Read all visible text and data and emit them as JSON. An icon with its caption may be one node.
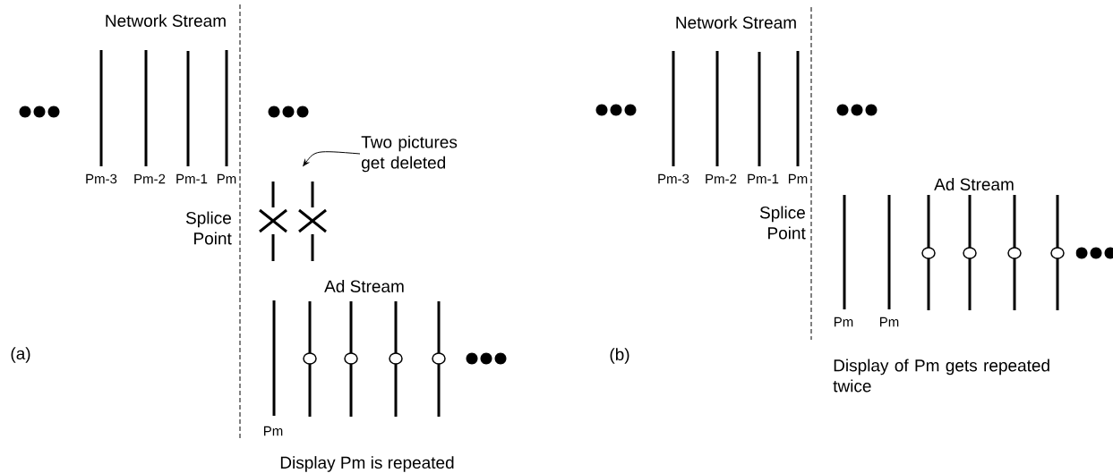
{
  "diagram": {
    "nodes": [
      {
        "text": [
          "Two pictures get deleted"
        ]
      },
      {
        "text": [],
        "shape": "bar"
      }
    ],
    "edges": [
      {
        "from": 0,
        "to": 1,
        "arrow": "to"
      }
    ],
    "labels": [
      "Network Stream",
      "Pm-3",
      "Pm-2",
      "Pm-1",
      "Pm",
      "Splice Point",
      "Ad Stream",
      "(a)",
      "Pm",
      "Display Pm is repeated",
      "Network Stream",
      "Pm-3",
      "Pm-2",
      "Pm-1",
      "Pm",
      "Ad Stream",
      "Splice Point",
      "Pm",
      "Pm",
      "(b)",
      "Display of Pm gets repeated twice"
    ]
  }
}
